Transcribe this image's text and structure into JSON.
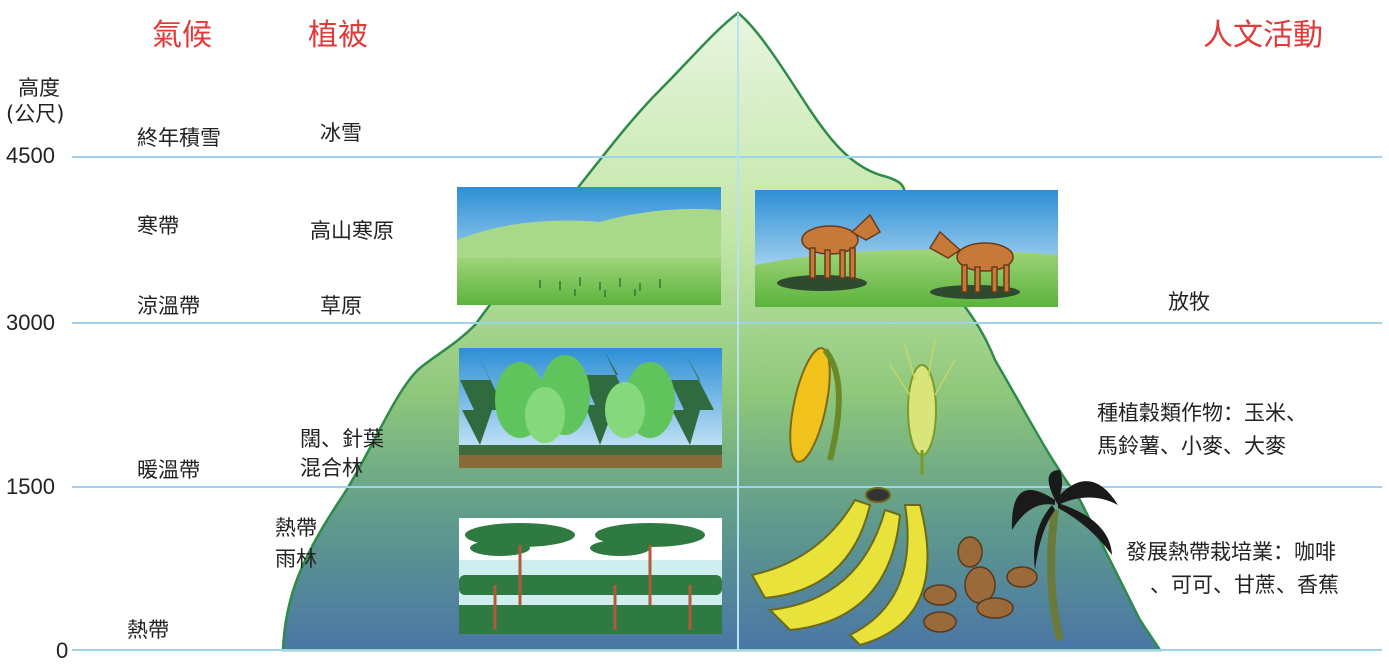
{
  "headers": {
    "climate": "氣候",
    "vegetation": "植被",
    "human": "人文活動"
  },
  "axis": {
    "title_line1": "高度",
    "title_line2": "(公尺)",
    "ticks": [
      "4500",
      "3000",
      "1500",
      "0"
    ]
  },
  "climate_zones": [
    "終年積雪",
    "寒帶",
    "涼溫帶",
    "暖溫帶",
    "熱帶"
  ],
  "vegetation": {
    "snow": "冰雪",
    "alpine": "高山寒原",
    "grass": "草原",
    "mixed_line1": "闊、針葉",
    "mixed_line2": "混合林",
    "rainforest_line1": "熱帶",
    "rainforest_line2": "雨林"
  },
  "activities": {
    "herding": "放牧",
    "grain_line1": "種植穀類作物：玉米、",
    "grain_line2": "馬鈴薯、小麥、大麥",
    "tropical_line1": "發展熱帶栽培業：咖啡",
    "tropical_line2": "、可可、甘蔗、香蕉"
  },
  "colors": {
    "header_red": "#e23a3a",
    "grid_blue": "#9fd3ea",
    "mountain_top": "#e8f5e0",
    "mountain_mid": "#9cd37b",
    "mountain_bottom": "#4e7fa8",
    "outline_green": "#2e8b4a"
  }
}
